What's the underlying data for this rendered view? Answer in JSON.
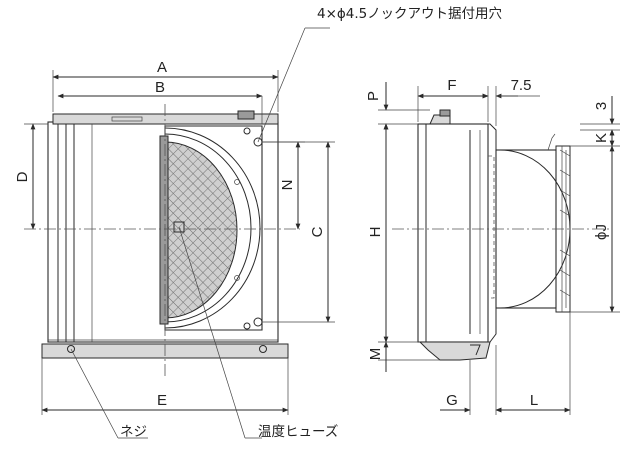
{
  "callouts": {
    "mount_holes": "4×ϕ4.5ノックアウト据付用穴",
    "screw": "ネジ",
    "thermal_fuse": "温度ヒューズ"
  },
  "front_view": {
    "dims": {
      "A": "A",
      "B": "B",
      "C": "C",
      "D": "D",
      "E": "E",
      "N": "N"
    }
  },
  "side_view": {
    "dims": {
      "P": "P",
      "F": "F",
      "seven_five": "7.5",
      "three": "3",
      "K": "K",
      "H": "H",
      "phiJ": "ϕJ",
      "M": "M",
      "G": "G",
      "L": "L"
    }
  }
}
